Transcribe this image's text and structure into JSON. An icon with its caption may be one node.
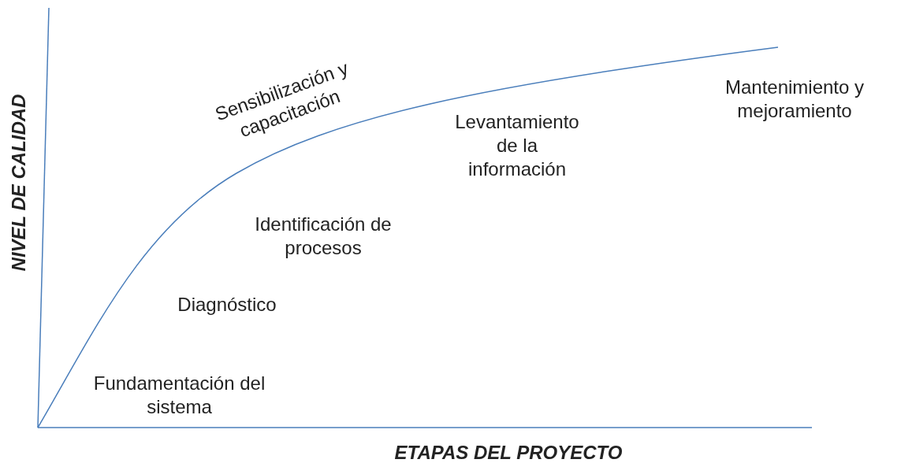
{
  "diagram": {
    "labels": [
      "Sensibilización y capacitación",
      "Mantenimiento y mejoramiento",
      "Levantamiento de la información",
      "NIVEL DE CALIDAD",
      "Identificación de procesos",
      "Diagnóstico",
      "Fundamentación del sistema",
      "ETAPAS DEL PROYECTO"
    ]
  }
}
